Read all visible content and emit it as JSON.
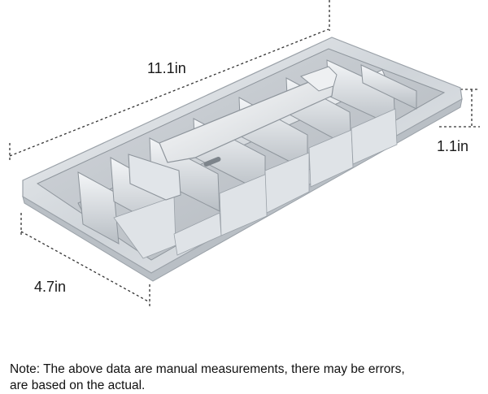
{
  "product": {
    "image_alt": "Stainless steel ice cube tray with lever divider"
  },
  "dimensions": {
    "length": "11.1in",
    "height": "1.1in",
    "width": "4.7in"
  },
  "note": {
    "line1": "Note: The above data are manual measurements, there may be errors,",
    "line2": "are based on the actual."
  },
  "colors": {
    "steel_light": "#e9ecef",
    "steel_mid": "#c6cbd1",
    "steel_dark": "#8e959c",
    "dimension_line": "#333333"
  }
}
